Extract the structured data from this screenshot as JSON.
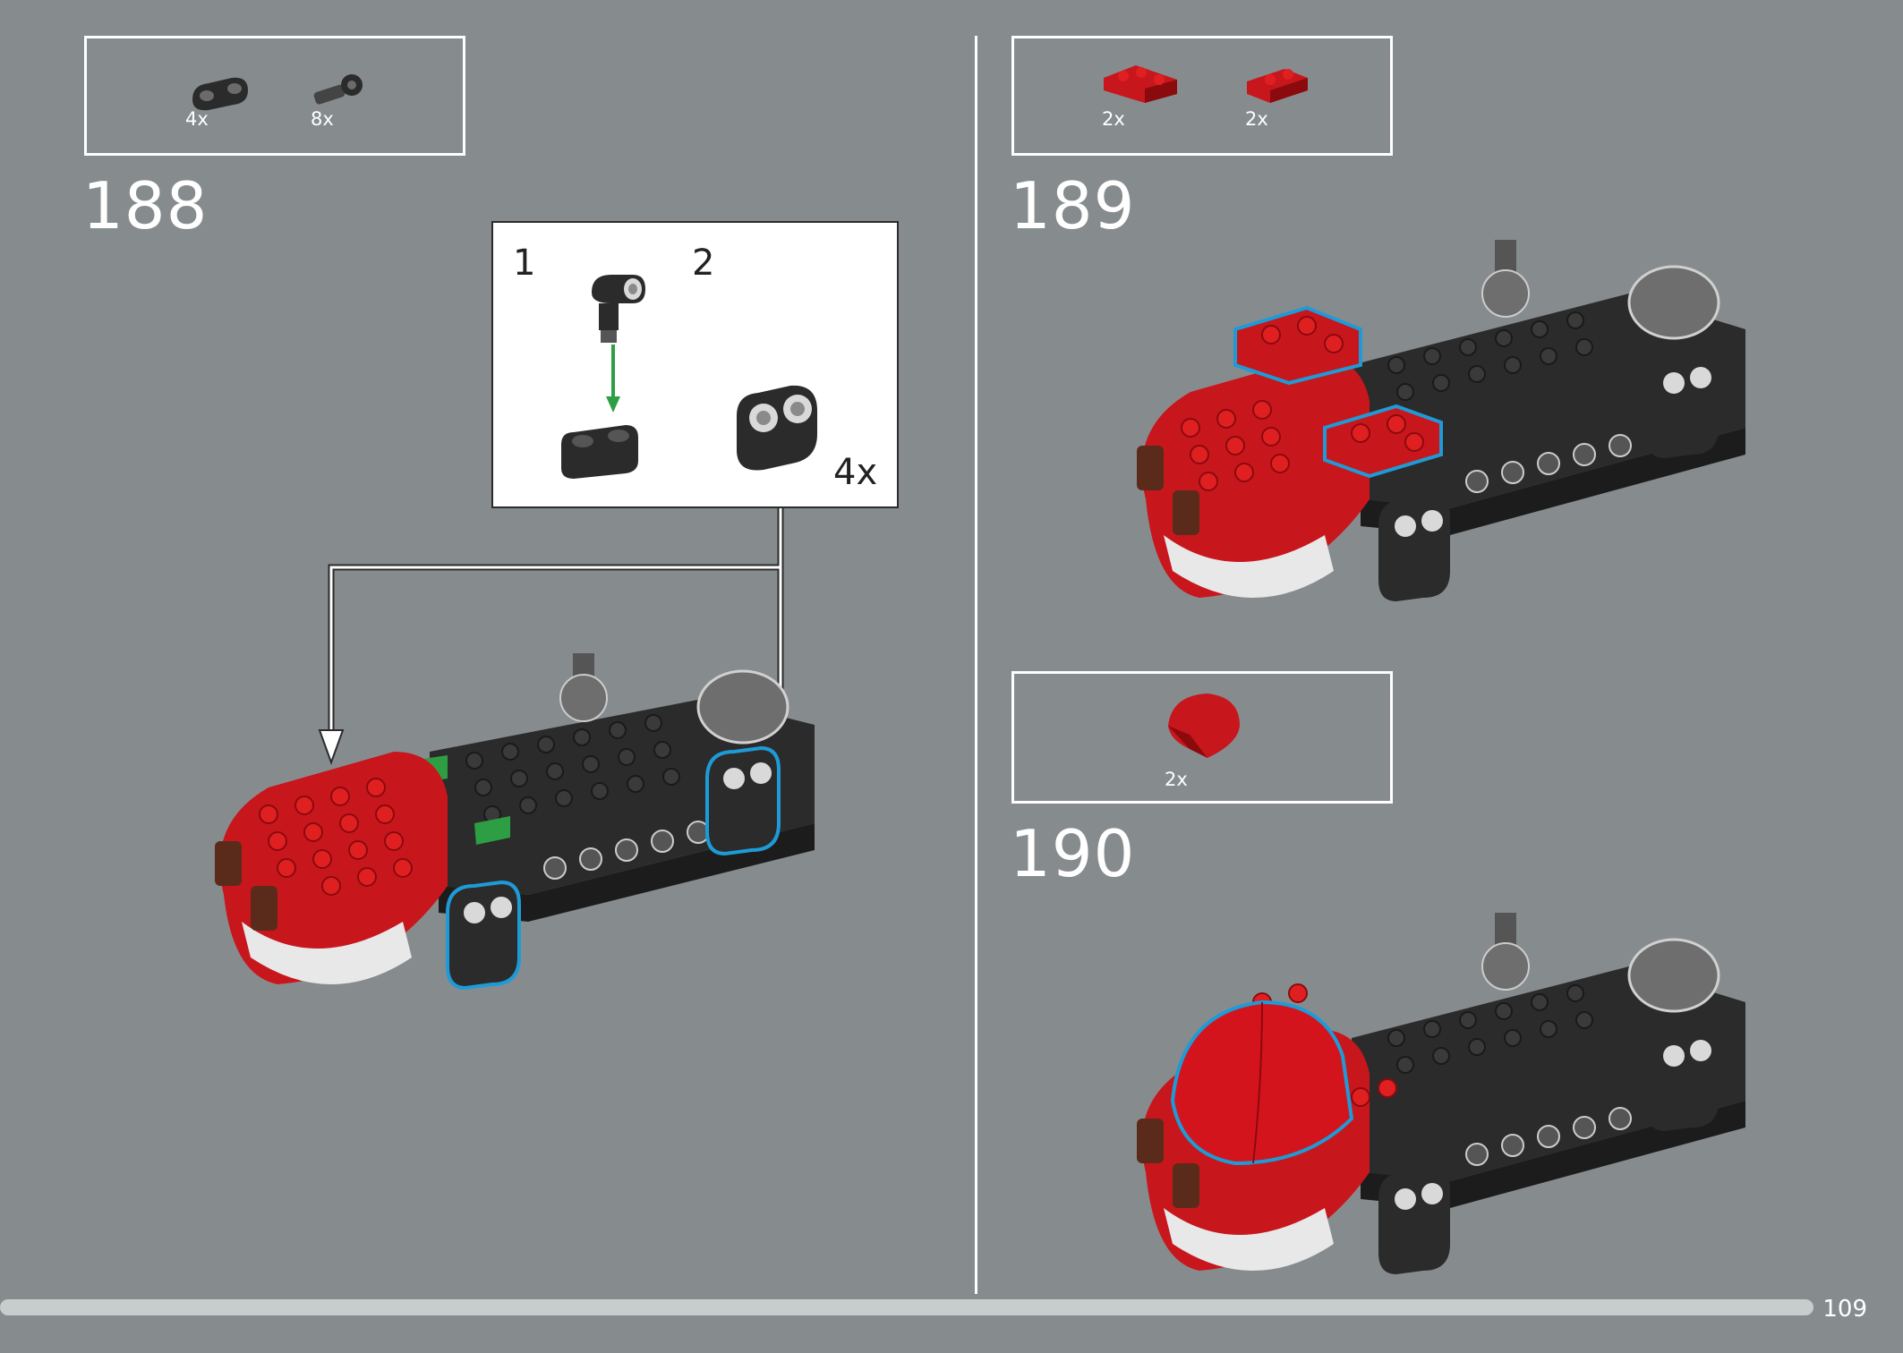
{
  "page_number": "109",
  "steps": [
    {
      "number": "188",
      "parts": [
        {
          "icon": "black-double-connector-icon",
          "qty": "4x"
        },
        {
          "icon": "black-pin-connector-icon",
          "qty": "8x"
        }
      ],
      "callout": {
        "sub1": "1",
        "sub2": "2",
        "multiplier": "4x"
      }
    },
    {
      "number": "189",
      "parts": [
        {
          "icon": "red-corner-plate-icon",
          "qty": "2x"
        },
        {
          "icon": "red-plate-1x2-icon",
          "qty": "2x"
        }
      ]
    },
    {
      "number": "190",
      "parts": [
        {
          "icon": "red-curved-slope-icon",
          "qty": "2x"
        }
      ]
    }
  ],
  "colors": {
    "background": "#868c8e",
    "brick_red": "#c8161d",
    "brick_black": "#2b2b2b",
    "highlight_blue": "#1e9bd7",
    "arrow_green": "#2e9e44"
  }
}
